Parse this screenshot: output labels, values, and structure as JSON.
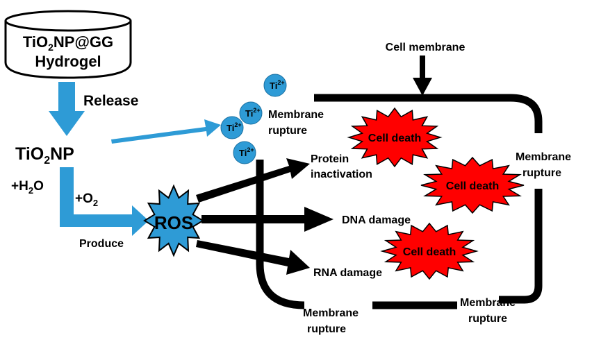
{
  "hydrogel": {
    "line1_main": "TiO",
    "line1_sub": "2",
    "line1_tail": "NP@GG",
    "line2": "Hydrogel"
  },
  "release_label": "Release",
  "nanoparticle": {
    "main": "TiO",
    "sub": "2",
    "tail": "NP"
  },
  "water_label": {
    "main": "+H",
    "sub": "2",
    "tail": "O"
  },
  "oxygen_label": {
    "main": "+O",
    "sub": "2"
  },
  "produce_label": "Produce",
  "ros_label": "ROS",
  "ion_label": {
    "main": "Ti",
    "sup": "2+"
  },
  "cell_membrane_label": "Cell membrane",
  "membrane_rupture": {
    "line1": "Membrane",
    "line2": "rupture"
  },
  "effects": {
    "protein_line1": "Protein",
    "protein_line2": "inactivation",
    "dna": "DNA damage",
    "rna": "RNA damage"
  },
  "cell_death_label": "Cell death",
  "colors": {
    "blue": "#2e9bd6",
    "red": "#ff0000",
    "black": "#000000"
  }
}
